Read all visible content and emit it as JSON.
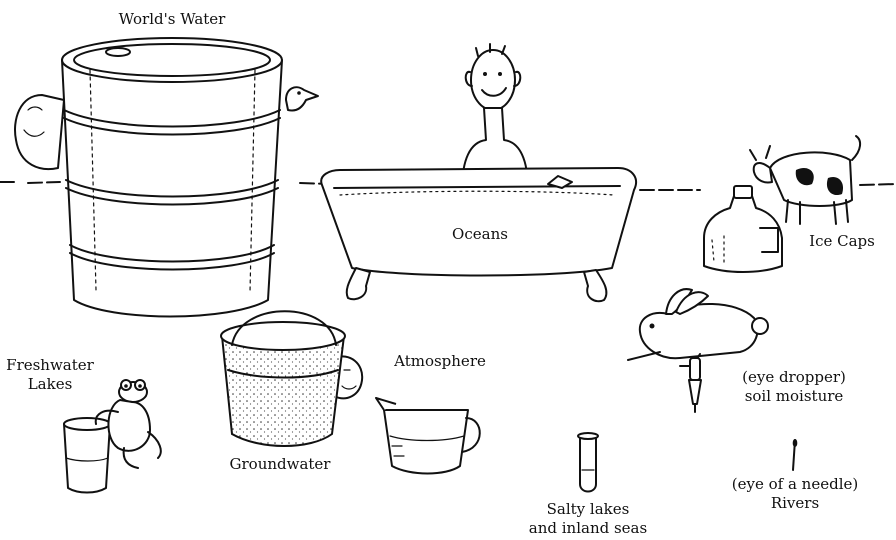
{
  "labels": {
    "worlds_water": "World's Water",
    "oceans": "Oceans",
    "ice_caps": "Ice Caps",
    "freshwater_lakes_line1": "Freshwater",
    "freshwater_lakes_line2": "Lakes",
    "groundwater": "Groundwater",
    "atmosphere": "Atmosphere",
    "soil_moisture_line1": "(eye dropper)",
    "soil_moisture_line2": "soil moisture",
    "salty_lakes_line1": "Salty lakes",
    "salty_lakes_line2": "and inland seas",
    "rivers_line1": "(eye of a needle)",
    "rivers_line2": "Rivers"
  }
}
